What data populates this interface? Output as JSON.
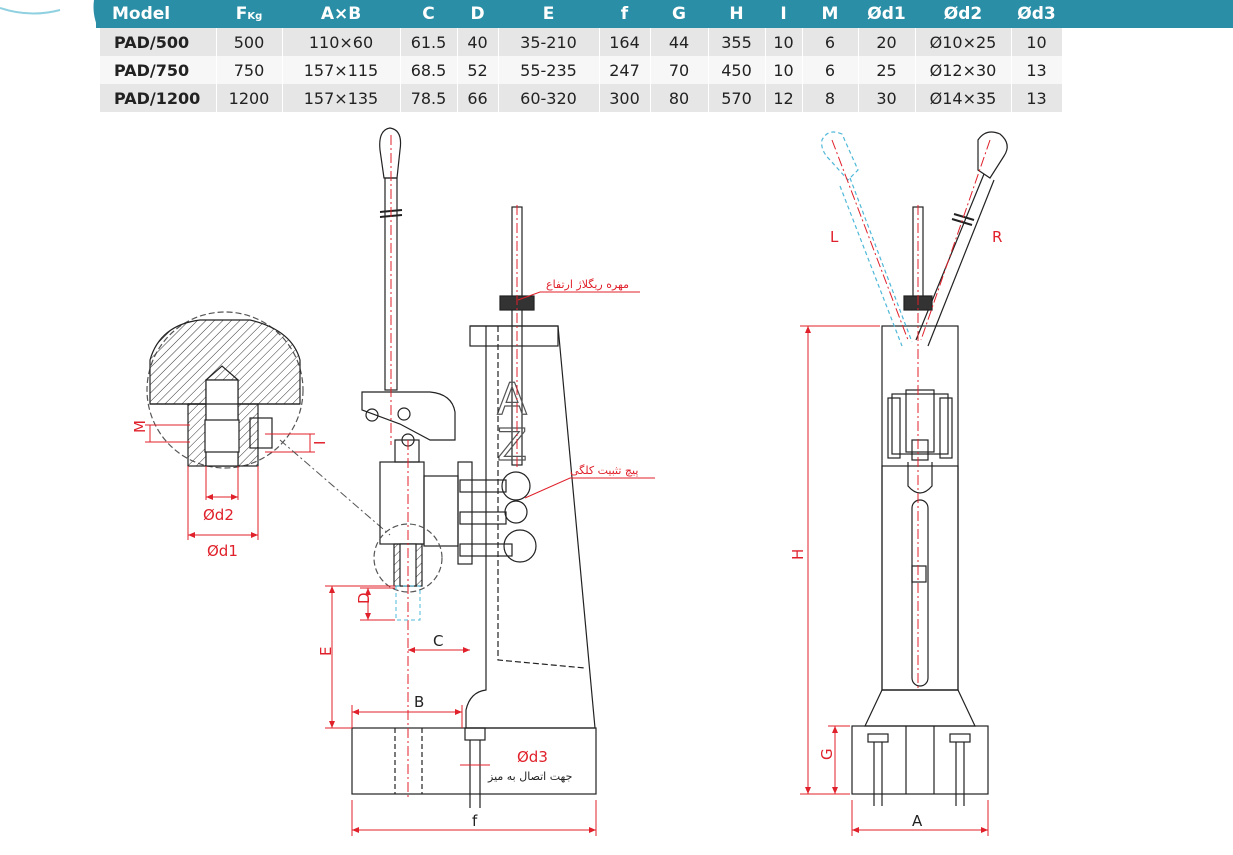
{
  "table": {
    "headers": [
      "Model",
      "F",
      "A×B",
      "C",
      "D",
      "E",
      "f",
      "G",
      "H",
      "I",
      "M",
      "Ød1",
      "Ød2",
      "Ød3"
    ],
    "f_subscript": "Kg",
    "rows": [
      [
        "PAD/500",
        "500",
        "110×60",
        "61.5",
        "40",
        "35-210",
        "164",
        "44",
        "355",
        "10",
        "6",
        "20",
        "Ø10×25",
        "10"
      ],
      [
        "PAD/750",
        "750",
        "157×115",
        "68.5",
        "52",
        "55-235",
        "247",
        "70",
        "450",
        "10",
        "6",
        "25",
        "Ø12×30",
        "13"
      ],
      [
        "PAD/1200",
        "1200",
        "157×135",
        "78.5",
        "66",
        "60-320",
        "300",
        "80",
        "570",
        "12",
        "8",
        "30",
        "Ø14×35",
        "13"
      ]
    ]
  },
  "side_view": {
    "dim_labels": {
      "d": "D",
      "e": "E",
      "c": "C",
      "b": "B",
      "f": "f",
      "d3": "Ød3"
    },
    "annotations": {
      "height_nut": "مهره ریگلاژ ارتفاع",
      "gib_screw": "پیچ تثبیت کلگی",
      "table_mount": "جهت اتصال به میز"
    }
  },
  "detail_view": {
    "dim_labels": {
      "m": "M",
      "i": "I",
      "d2": "Ød2",
      "d1": "Ød1"
    }
  },
  "front_view": {
    "dim_labels": {
      "l": "L",
      "r": "R",
      "h": "H",
      "g": "G",
      "a": "A"
    }
  },
  "colors": {
    "header": "#2a8ea6",
    "dimension": "#e0202a",
    "line": "#222222",
    "phantom": "#4fb8d8"
  }
}
